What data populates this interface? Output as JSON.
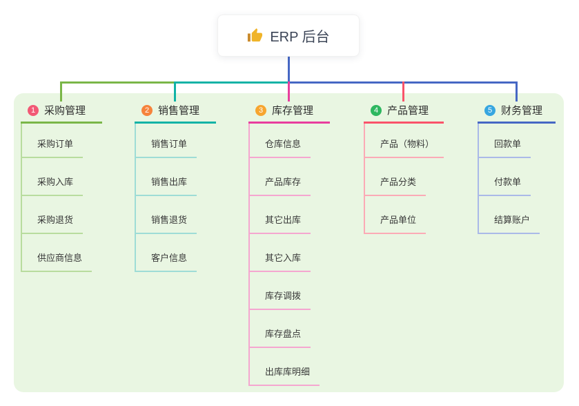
{
  "root": {
    "label": "ERP 后台",
    "icon": "thumbs-up-icon"
  },
  "branches": [
    {
      "badge": "1",
      "label": "采购管理",
      "line_color": "#7ab648",
      "child_line_color": "#b8dc9e",
      "badge_color": "#f25975",
      "children": [
        "采购订单",
        "采购入库",
        "采购退货",
        "供应商信息"
      ]
    },
    {
      "badge": "2",
      "label": "销售管理",
      "line_color": "#10b3a6",
      "child_line_color": "#9edcd6",
      "badge_color": "#f6833c",
      "children": [
        "销售订单",
        "销售出库",
        "销售退货",
        "客户信息"
      ]
    },
    {
      "badge": "3",
      "label": "库存管理",
      "line_color": "#e83e9e",
      "child_line_color": "#f5a6d0",
      "badge_color": "#f7a52f",
      "children": [
        "仓库信息",
        "产品库存",
        "其它出库",
        "其它入库",
        "库存调拨",
        "库存盘点",
        "出库库明细"
      ]
    },
    {
      "badge": "4",
      "label": "产品管理",
      "line_color": "#f9536a",
      "child_line_color": "#fbaab6",
      "badge_color": "#2eb760",
      "children": [
        "产品（物料）",
        "产品分类",
        "产品单位"
      ]
    },
    {
      "badge": "5",
      "label": "财务管理",
      "line_color": "#4667c4",
      "child_line_color": "#aab9e8",
      "badge_color": "#36a6e0",
      "children": [
        "回款单",
        "付款单",
        "结算账户"
      ]
    }
  ],
  "palette": {
    "canvas_bg": "#e9f6e2",
    "root_connector": "#4667c4",
    "root_text": "#3b4456",
    "node_text": "#2e2e2e",
    "thumb_icon": "#f0b429"
  }
}
